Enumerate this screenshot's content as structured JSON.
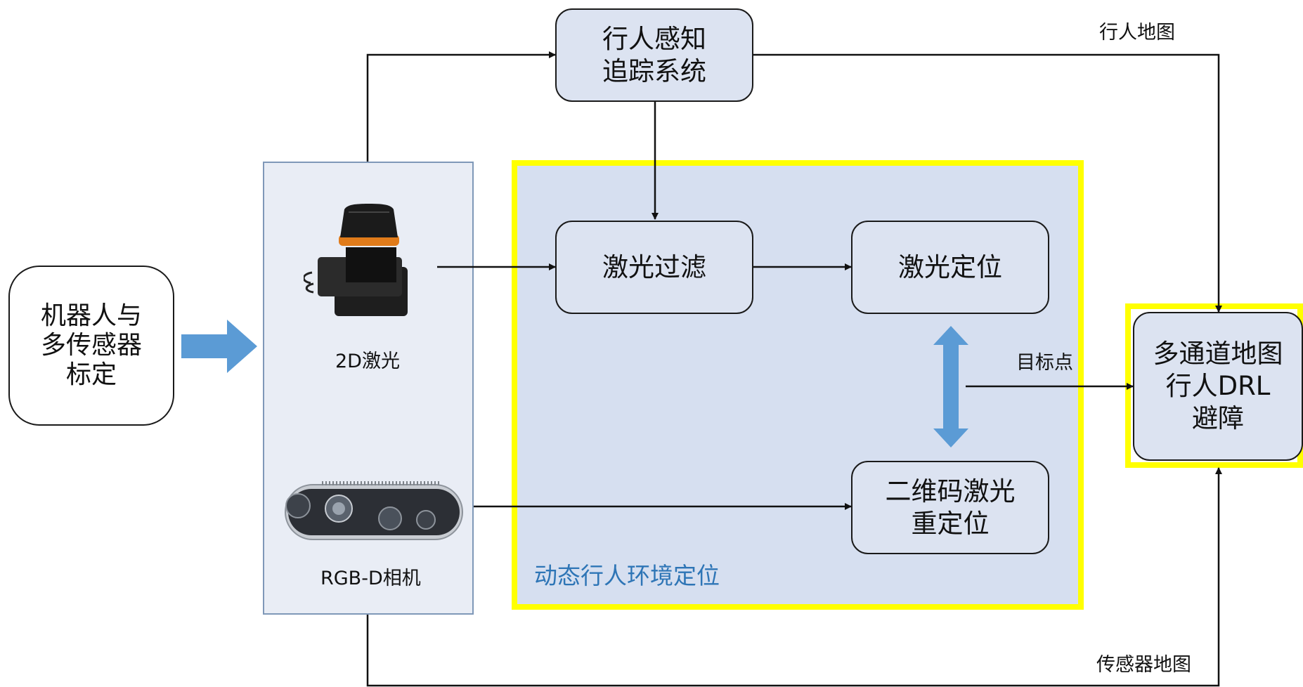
{
  "calibration_box": {
    "line1": "机器人与",
    "line2": "多传感器",
    "line3": "标定"
  },
  "sensors": {
    "lidar_label": "2D激光",
    "camera_label": "RGB-D相机"
  },
  "tracking_box": {
    "line1": "行人感知",
    "line2": "追踪系统"
  },
  "localization_zone": {
    "title": "动态行人环境定位",
    "laser_filter": "激光过滤",
    "laser_localization": "激光定位",
    "qr_relocalization": {
      "line1": "二维码激光",
      "line2": "重定位"
    }
  },
  "drl_box": {
    "line1": "多通道地图",
    "line2": "行人DRL",
    "line3": "避障"
  },
  "edge_labels": {
    "pedestrian_map": "行人地图",
    "sensor_map": "传感器地图",
    "target_point": "目标点"
  },
  "colors": {
    "highlight": "#ffff00",
    "box_fill": "#dce3f1",
    "zone_fill": "#d6dff0",
    "zone_title": "#2e75b6",
    "block_arrow": "#5b9bd5"
  }
}
